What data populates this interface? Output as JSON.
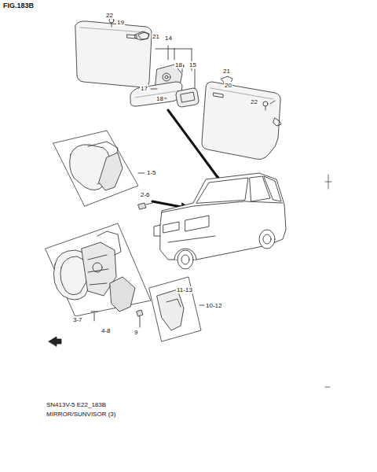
{
  "diagram": {
    "title": "FIG.183B",
    "labels": [
      "22",
      "19",
      "21",
      "14",
      "18",
      "15",
      "17",
      "18",
      "21",
      "20",
      "22",
      "1-5",
      "2-6",
      "11-13",
      "10-12",
      "3-7",
      "4-8",
      "9",
      "SN413V-5 E22_183B",
      "MIRROR/SUNVISOR (3)"
    ]
  }
}
